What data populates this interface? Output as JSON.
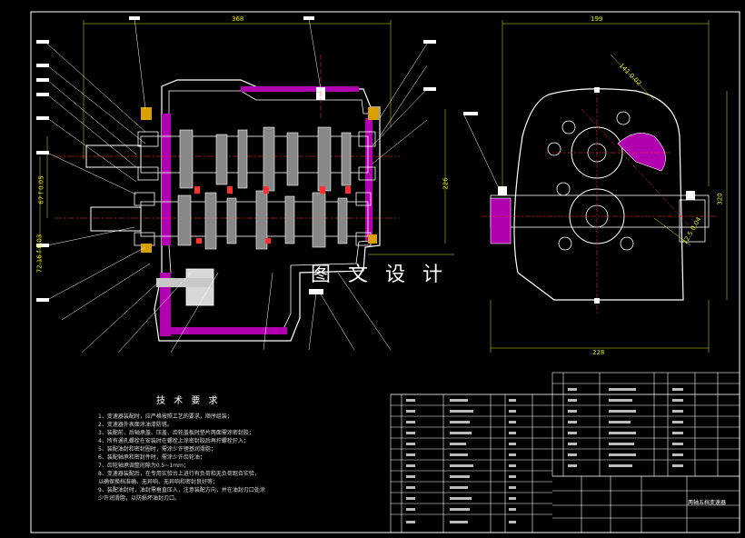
{
  "watermark": "图 文 设 计",
  "tech_requirements": {
    "title": "技 术 要 求",
    "items": [
      "1、变速器装配时，应严格按照工艺的要求，顺序组装；",
      "2、变速器外表面涂油漆防锈。",
      "3、装配前，后轴承盖、压盖、齿轮盖板时垫片两面需涂密封胶；",
      "4、所有通孔螺栓在安装时在螺栓上涂密封胶后再拧螺栓拧入；",
      "5、装配油封和密封圈时，需涂少许锂基润滑脂；",
      "6、装配轴承和密封件时，需涂少许齿轮油；",
      "7、齿轮轴承调整间隙为0.5~1mm；",
      "8、变速器装配后，在专用实验台上进行有负荷和无负荷跑合实验，",
      "以确保换档准确、无异响、无异响和密封良好等；",
      "9、装配油封时，油封需垂直压入，注意装配方向，并在油封刃口处涂",
      "少许润滑脂，以防损坏油封刃口。"
    ]
  },
  "dimensions": {
    "front_width": "368",
    "side_width_top": "199",
    "side_height": "320",
    "side_base": "228",
    "left_vertical_1": "67 f 0.05",
    "left_vertical_2": "72.16 f 0.03",
    "side_center": "141 0.02",
    "side_center_2": "72.5 0.04",
    "front_height": "226"
  },
  "title_block": {
    "drawing_name": "两轴五档变速器"
  },
  "colors": {
    "background": "#000000",
    "outline": "#ffffff",
    "dimension": "#e6e600",
    "centerline": "#ff3030",
    "hidden": "#00c8ff",
    "section_fill": "#ff00ff",
    "frame": "#ffffff"
  }
}
